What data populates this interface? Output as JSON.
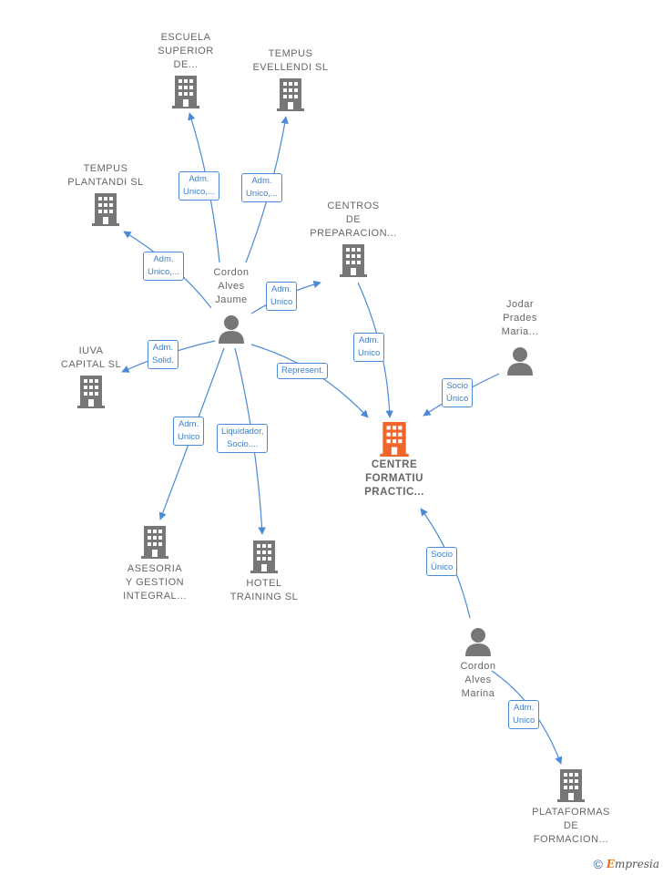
{
  "colors": {
    "edge": "#4a8ad6",
    "company": "#777777",
    "main": "#f0652a",
    "person": "#777777"
  },
  "nodes": {
    "escuela": "ESCUELA\nSUPERIOR\nDE...",
    "tempus_evellendi": "TEMPUS\nEVELLENDI  SL",
    "tempus_plantandi": "TEMPUS\nPLANTANDI  SL",
    "centros": "CENTROS\nDE\nPREPARACION...",
    "cordon_jaume": "Cordon\nAlves\nJaume",
    "jodar": "Jodar\nPrades\nMaria...",
    "iuva": "IUVA\nCAPITAL  SL",
    "centre": "CENTRE\nFORMATIU\nPRACTIC...",
    "asesoria": "ASESORIA\nY GESTION\nINTEGRAL...",
    "hotel": "HOTEL\nTRAINING  SL",
    "cordon_marina": "Cordon\nAlves\nMarina",
    "plataformas": "PLATAFORMAS\nDE\nFORMACION..."
  },
  "relations": {
    "r_escuela": "Adm.\nUnico,...",
    "r_evellendi": "Adm.\nUnico,...",
    "r_plantandi": "Adm.\nUnico,...",
    "r_centros": "Adm.\nUnico",
    "r_centros_centre": "Adm.\nUnico",
    "r_jodar": "Socio\nÚnico",
    "r_iuva": "Adm.\nSolid.",
    "r_represent": "Represent.",
    "r_asesoria": "Adm.\nUnico",
    "r_hotel": "Liquidador,\nSocio....",
    "r_marina_centre": "Socio\nÚnico",
    "r_plataformas": "Adm.\nUnico"
  },
  "footer": {
    "copyright": "©",
    "brand_initial": "E",
    "brand_rest": "mpresia"
  }
}
